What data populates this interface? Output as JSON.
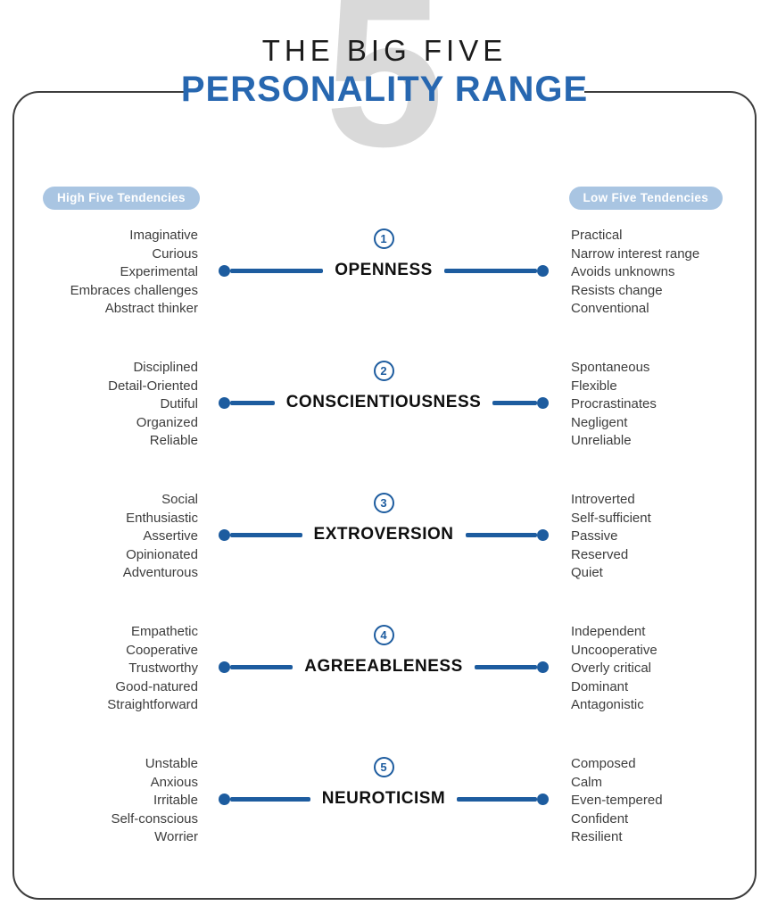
{
  "title": {
    "line1": "THE BIG FIVE",
    "line2": "PERSONALITY RANGE",
    "watermark": "5"
  },
  "badges": {
    "high": "High Five Tendencies",
    "low": "Low Five Tendencies"
  },
  "colors": {
    "title_blue": "#2767b0",
    "accent_blue": "#1d5c9f",
    "badge_blue": "#a9c5e2",
    "watermark_gray": "#d9d9d9",
    "frame_border": "#3d3d3d",
    "list_text": "#3d3d3d",
    "trait_text": "#0f0f0f"
  },
  "traits": [
    {
      "number": "1",
      "name": "OPENNESS",
      "high": [
        "Imaginative",
        "Curious",
        "Experimental",
        "Embraces challenges",
        "Abstract thinker"
      ],
      "low": [
        "Practical",
        "Narrow interest range",
        "Avoids unknowns",
        "Resists change",
        "Conventional"
      ]
    },
    {
      "number": "2",
      "name": "CONSCIENTIOUSNESS",
      "high": [
        "Disciplined",
        "Detail-Oriented",
        "Dutiful",
        "Organized",
        "Reliable"
      ],
      "low": [
        "Spontaneous",
        "Flexible",
        "Procrastinates",
        "Negligent",
        "Unreliable"
      ]
    },
    {
      "number": "3",
      "name": "EXTROVERSION",
      "high": [
        "Social",
        "Enthusiastic",
        "Assertive",
        "Opinionated",
        "Adventurous"
      ],
      "low": [
        "Introverted",
        "Self-sufficient",
        "Passive",
        "Reserved",
        "Quiet"
      ]
    },
    {
      "number": "4",
      "name": "AGREEABLENESS",
      "high": [
        "Empathetic",
        "Cooperative",
        "Trustworthy",
        "Good-natured",
        "Straightforward"
      ],
      "low": [
        "Independent",
        "Uncooperative",
        "Overly critical",
        "Dominant",
        "Antagonistic"
      ]
    },
    {
      "number": "5",
      "name": "NEUROTICISM",
      "high": [
        "Unstable",
        "Anxious",
        "Irritable",
        "Self-conscious",
        "Worrier"
      ],
      "low": [
        "Composed",
        "Calm",
        "Even-tempered",
        "Confident",
        "Resilient"
      ]
    }
  ]
}
